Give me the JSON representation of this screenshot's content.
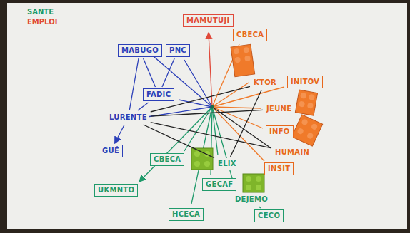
{
  "diagram": {
    "nodes": [
      {
        "text": [
          "MAMUTUJI"
        ]
      },
      {
        "text": [
          "MABUGO"
        ]
      },
      {
        "text": [
          "PNC"
        ]
      },
      {
        "text": [
          "FADIC"
        ]
      },
      {
        "text": [
          "LURENTE"
        ]
      },
      {
        "text": [
          "GUÉ"
        ]
      },
      {
        "text": [
          "CBECA"
        ]
      },
      {
        "text": [
          "KTOR"
        ]
      },
      {
        "text": [
          "INITOV"
        ]
      },
      {
        "text": [
          "JEUNE"
        ]
      },
      {
        "text": [
          "INFO"
        ]
      },
      {
        "text": [
          "HUMAIN"
        ]
      },
      {
        "text": [
          "INSIT"
        ]
      },
      {
        "text": [
          "CBECA"
        ]
      },
      {
        "text": [
          "ELIX"
        ]
      },
      {
        "text": [
          "GECAF"
        ]
      },
      {
        "text": [
          "UKMNTO"
        ]
      },
      {
        "text": [
          "DEJEMO"
        ]
      },
      {
        "text": [
          "HCECA"
        ]
      },
      {
        "text": [
          "CECO"
        ]
      }
    ],
    "edges": [
      {
        "from": 1,
        "to": 2,
        "arrow": "none"
      },
      {
        "from": 1,
        "to": 3,
        "arrow": "none"
      },
      {
        "from": 1,
        "to": 4,
        "arrow": "none"
      },
      {
        "from": 2,
        "to": 3,
        "arrow": "none"
      },
      {
        "from": 3,
        "to": 4,
        "arrow": "none"
      },
      {
        "from": 4,
        "to": 5,
        "arrow": "to"
      },
      {
        "from": 4,
        "to": 7,
        "arrow": "none"
      },
      {
        "from": 4,
        "to": 9,
        "arrow": "none"
      },
      {
        "from": 4,
        "to": 11,
        "arrow": "none"
      },
      {
        "from": 4,
        "to": 14,
        "arrow": "none"
      },
      {
        "from": 7,
        "to": 14,
        "arrow": "none"
      },
      {
        "from": 17,
        "to": 19,
        "arrow": "none"
      }
    ],
    "labels": [
      "SANTE",
      "EMPLOI"
    ]
  }
}
